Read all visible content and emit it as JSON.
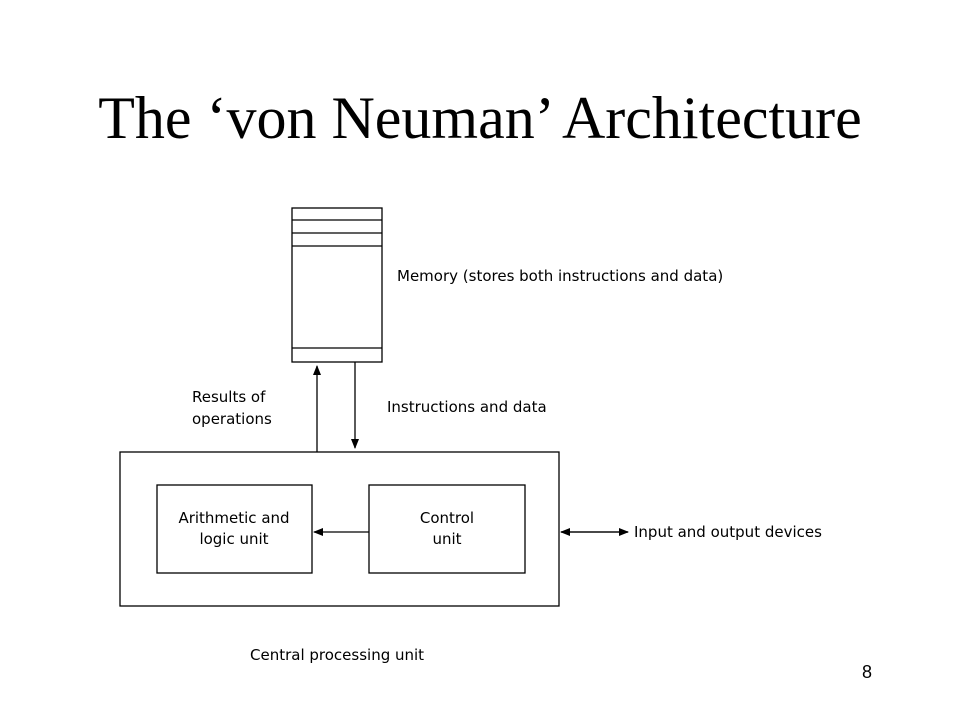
{
  "slide": {
    "title": "The ‘von Neuman’ Architecture",
    "page_number": "8"
  },
  "diagram": {
    "memory_label": "Memory (stores both instructions and data)",
    "results_label_line1": "Results of",
    "results_label_line2": "operations",
    "instructions_label": "Instructions and data",
    "alu_label_line1": "Arithmetic and",
    "alu_label_line2": "logic unit",
    "control_label_line1": "Control",
    "control_label_line2": "unit",
    "io_label": "Input and output devices",
    "cpu_label": "Central processing unit"
  }
}
